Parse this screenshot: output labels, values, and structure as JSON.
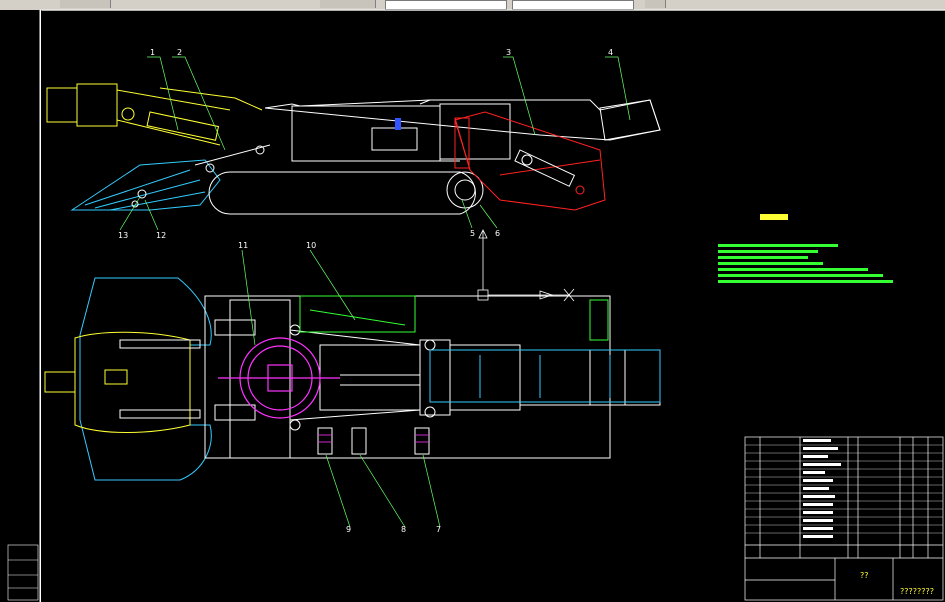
{
  "toolbar": {
    "items": [
      "toolbar-a",
      "toolbar-b",
      "toolbar-c",
      "toolbar-d",
      "toolbar-e"
    ]
  },
  "labels": {
    "l1": "1",
    "l2": "2",
    "l3": "3",
    "l4": "4",
    "l5": "5",
    "l6": "6",
    "l7": "7",
    "l8": "8",
    "l9": "9",
    "l10": "10",
    "l11": "11",
    "l12": "12",
    "l13": "13"
  },
  "title_block": {
    "question": "??",
    "drawing_no": "????????"
  },
  "bom_rows": [
    "13",
    "12",
    "11",
    "10",
    "9",
    "8",
    "7",
    "6",
    "5",
    "4",
    "3",
    "2",
    "1"
  ],
  "colors": {
    "white": "#ffffff",
    "yellow": "#ffff33",
    "red": "#ff2020",
    "cyan": "#33ccff",
    "magenta": "#ff33ff",
    "green": "#33ff33",
    "blue": "#3355ff"
  }
}
